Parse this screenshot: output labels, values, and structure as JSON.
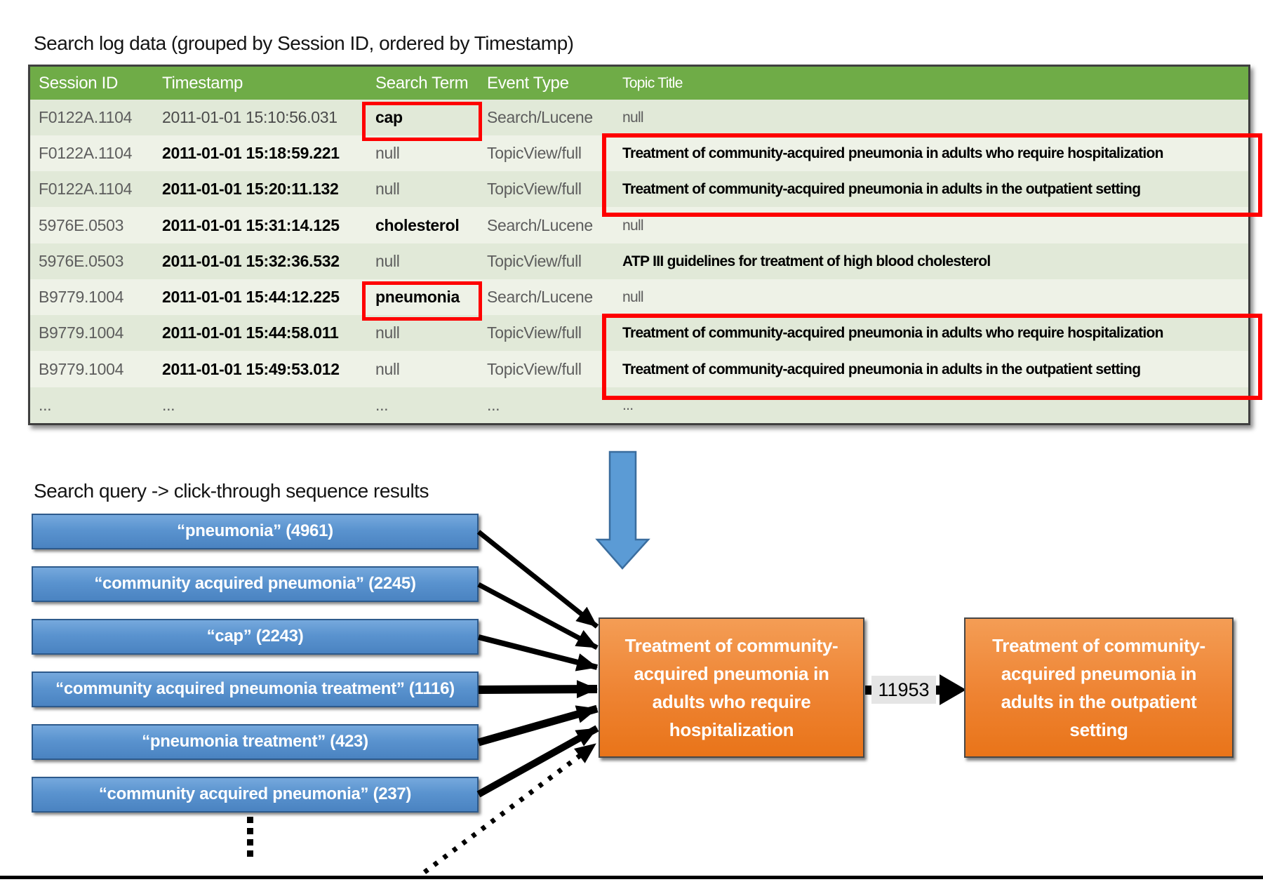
{
  "top": {
    "title": "Search log data (grouped by Session ID, ordered by Timestamp)",
    "table": {
      "headers": [
        "Session ID",
        "Timestamp",
        "Search Term",
        "Event Type",
        "Topic Title"
      ],
      "rows": [
        {
          "session": "F0122A.1104",
          "time": "2011-01-01 15:10:56.031",
          "term": "cap",
          "event": "Search/Lucene",
          "topic": "null"
        },
        {
          "session": "F0122A.1104",
          "time": "2011-01-01 15:18:59.221",
          "term": "null",
          "event": "TopicView/full",
          "topic": "Treatment of community-acquired pneumonia in adults who require hospitalization"
        },
        {
          "session": "F0122A.1104",
          "time": "2011-01-01 15:20:11.132",
          "term": "null",
          "event": "TopicView/full",
          "topic": "Treatment of community-acquired pneumonia in adults in the outpatient setting"
        },
        {
          "session": "5976E.0503",
          "time": "2011-01-01 15:31:14.125",
          "term": "cholesterol",
          "event": "Search/Lucene",
          "topic": "null"
        },
        {
          "session": "5976E.0503",
          "time": "2011-01-01 15:32:36.532",
          "term": "null",
          "event": "TopicView/full",
          "topic": "ATP III guidelines for treatment of high blood cholesterol"
        },
        {
          "session": "B9779.1004",
          "time": "2011-01-01 15:44:12.225",
          "term": "pneumonia",
          "event": "Search/Lucene",
          "topic": "null"
        },
        {
          "session": "B9779.1004",
          "time": "2011-01-01 15:44:58.011",
          "term": "null",
          "event": "TopicView/full",
          "topic": "Treatment of community-acquired pneumonia in adults who require hospitalization"
        },
        {
          "session": "B9779.1004",
          "time": "2011-01-01 15:49:53.012",
          "term": "null",
          "event": "TopicView/full",
          "topic": "Treatment of community-acquired pneumonia in adults in the outpatient setting"
        },
        {
          "session": "...",
          "time": "...",
          "term": "...",
          "event": "...",
          "topic": "..."
        }
      ]
    }
  },
  "bottom": {
    "title": "Search query -> click-through sequence results",
    "queries": [
      "“pneumonia” (4961)",
      "“community acquired pneumonia” (2245)",
      "“cap” (2243)",
      "“community acquired pneumonia treatment” (1116)",
      "“pneumonia treatment” (423)",
      "“community acquired pneumonia” (237)"
    ],
    "flow": {
      "node_a": "Treatment of community-\nacquired pneumonia in\nadults who require\nhospitalization",
      "node_b": "Treatment of community-\nacquired pneumonia in\nadults in the outpatient\nsetting",
      "edge_count": "11953"
    }
  },
  "colors": {
    "table_header_green": "#6FAC47",
    "row_band_dark": "#E1E9D8",
    "row_band_light": "#EEF2E7",
    "highlight_red": "#FE0000",
    "query_box_blue": "#4F86C4",
    "big_arrow_blue": "#5B9BD5",
    "node_orange": "#ED7D31",
    "arrow_black": "#000000"
  }
}
